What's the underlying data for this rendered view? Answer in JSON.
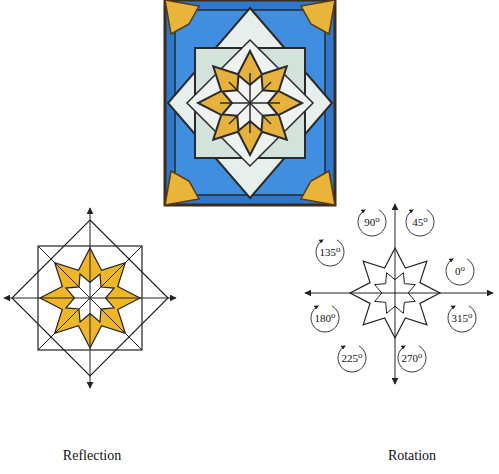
{
  "diagram": {
    "labels": [
      "90⁰",
      "45⁰",
      "135⁰",
      "0⁰",
      "180⁰",
      "315⁰",
      "225⁰",
      "270⁰",
      "Reflection",
      "Rotation"
    ]
  }
}
